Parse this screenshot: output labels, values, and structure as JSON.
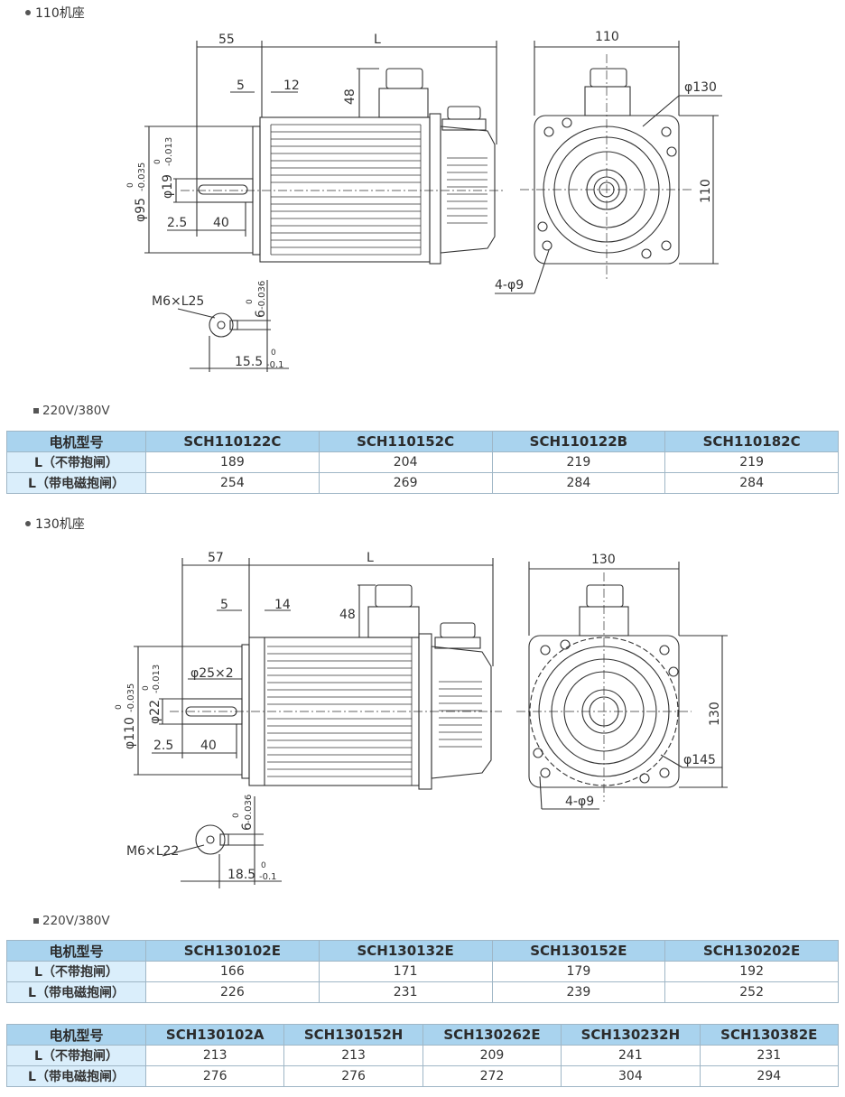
{
  "sections": [
    {
      "title": "110机座",
      "voltage": "220V/380V",
      "dims": {
        "d55": "55",
        "L": "L",
        "d5": "5",
        "d12": "12",
        "d48": "48",
        "d95": "φ95",
        "d95_tol_hi": "0",
        "d95_tol_lo": "-0.035",
        "d19": "φ19",
        "d19_tol_hi": "0",
        "d19_tol_lo": "-0.013",
        "d2_5": "2.5",
        "d40": "40",
        "d110_top": "110",
        "d130": "φ130",
        "d110_right": "110",
        "holes": "4-φ9",
        "thread": "M6×L25",
        "key": "6",
        "key_tol_hi": "0",
        "key_tol_lo": "-0.036",
        "depth": "15.5",
        "depth_tol_hi": "0",
        "depth_tol_lo": "-0.1"
      },
      "tables": [
        {
          "header_label": "电机型号",
          "models": [
            "SCH110122C",
            "SCH110152C",
            "SCH110122B",
            "SCH110182C"
          ],
          "rows": [
            {
              "label": "L（不带抱闸）",
              "values": [
                "189",
                "204",
                "219",
                "219"
              ]
            },
            {
              "label": "L（带电磁抱闸）",
              "values": [
                "254",
                "269",
                "284",
                "284"
              ]
            }
          ]
        }
      ]
    },
    {
      "title": "130机座",
      "voltage": "220V/380V",
      "dims": {
        "d57": "57",
        "L": "L",
        "d5": "5",
        "d14": "14",
        "d48": "48",
        "d110": "φ110",
        "d110_tol_hi": "0",
        "d110_tol_lo": "-0.035",
        "d22": "φ22",
        "d22_tol_hi": "0",
        "d22_tol_lo": "-0.013",
        "d25x2": "φ25×2",
        "d2_5": "2.5",
        "d40": "40",
        "d130_top": "130",
        "d130_right": "130",
        "d145": "φ145",
        "holes": "4-φ9",
        "thread": "M6×L22",
        "key": "6",
        "key_tol_hi": "0",
        "key_tol_lo": "-0.036",
        "depth": "18.5",
        "depth_tol_hi": "0",
        "depth_tol_lo": "-0.1"
      },
      "tables": [
        {
          "header_label": "电机型号",
          "models": [
            "SCH130102E",
            "SCH130132E",
            "SCH130152E",
            "SCH130202E"
          ],
          "rows": [
            {
              "label": "L（不带抱闸）",
              "values": [
                "166",
                "171",
                "179",
                "192"
              ]
            },
            {
              "label": "L（带电磁抱闸）",
              "values": [
                "226",
                "231",
                "239",
                "252"
              ]
            }
          ]
        },
        {
          "header_label": "电机型号",
          "models": [
            "SCH130102A",
            "SCH130152H",
            "SCH130262E",
            "SCH130232H",
            "SCH130382E"
          ],
          "rows": [
            {
              "label": "L（不带抱闸）",
              "values": [
                "213",
                "213",
                "209",
                "241",
                "231"
              ]
            },
            {
              "label": "L（带电磁抱闸）",
              "values": [
                "276",
                "276",
                "272",
                "304",
                "294"
              ]
            }
          ]
        }
      ]
    }
  ],
  "colors": {
    "header_bg": "#a9d3ee",
    "row_label_bg": "#daeefb",
    "border": "#9fb6c6",
    "line": "#333333"
  }
}
